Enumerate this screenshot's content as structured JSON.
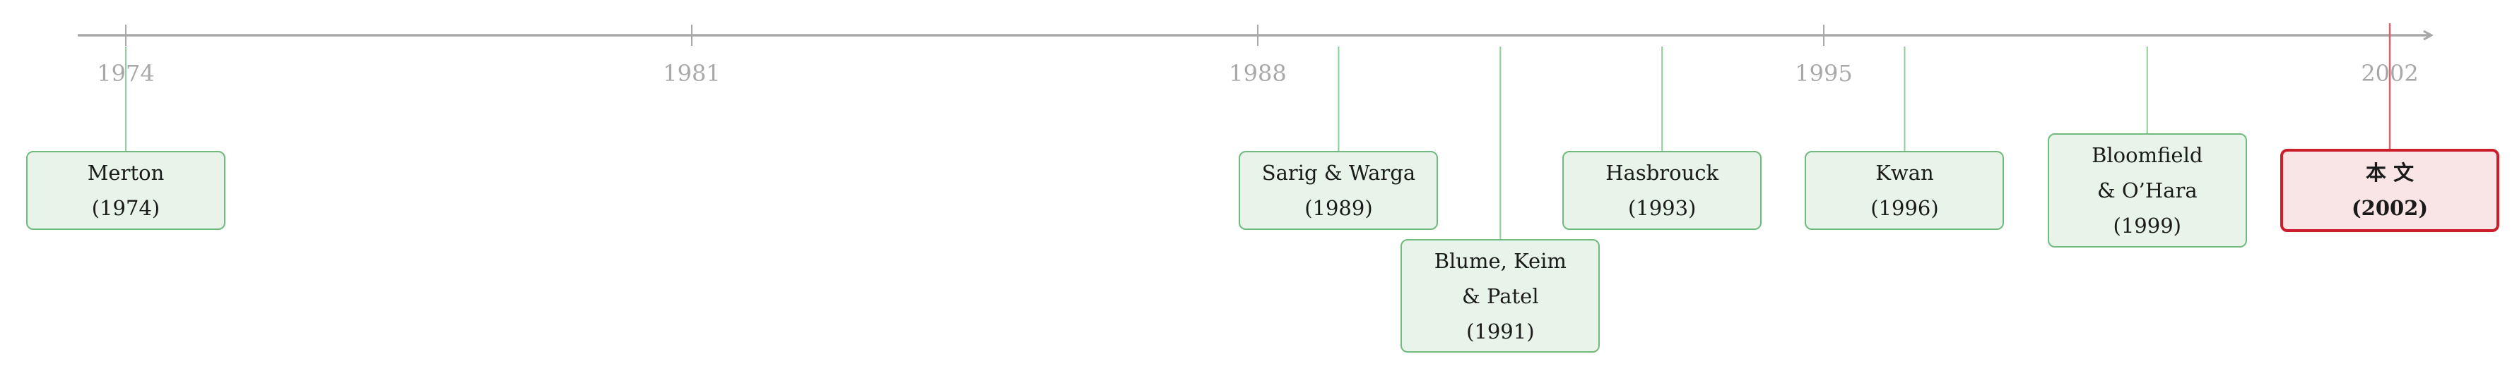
{
  "axis": {
    "line_color": "#a8a8a8",
    "ticks": [
      {
        "year": 1974,
        "label": "1974"
      },
      {
        "year": 1981,
        "label": "1981"
      },
      {
        "year": 1988,
        "label": "1988"
      },
      {
        "year": 1995,
        "label": "1995"
      },
      {
        "year": 2002,
        "label": "2002"
      }
    ]
  },
  "colors": {
    "green_fill": "#e8f4ea",
    "green_border": "#6fba7c",
    "red_fill": "#f9e4e6",
    "red_border": "#cc1e2a",
    "red_line": "#e0606a",
    "green_line": "#8ccf96"
  },
  "events": [
    {
      "id": "merton",
      "year": 1974,
      "lines": [
        "Merton",
        "(1974)"
      ],
      "style": "green"
    },
    {
      "id": "sarig-warga",
      "year": 1989,
      "lines": [
        "Sarig & Warga",
        "(1989)"
      ],
      "style": "green"
    },
    {
      "id": "blume-keim-patel",
      "year": 1991,
      "lines": [
        "Blume, Keim",
        "& Patel",
        "(1991)"
      ],
      "style": "green"
    },
    {
      "id": "hasbrouck",
      "year": 1993,
      "lines": [
        "Hasbrouck",
        "(1993)"
      ],
      "style": "green"
    },
    {
      "id": "kwan",
      "year": 1996,
      "lines": [
        "Kwan",
        "(1996)"
      ],
      "style": "green"
    },
    {
      "id": "bloomfield-ohara",
      "year": 1999,
      "lines": [
        "Bloomfield",
        "& O’Hara",
        "(1999)"
      ],
      "style": "green"
    },
    {
      "id": "this-paper",
      "year": 2002,
      "lines": [
        "本 文",
        "(2002)"
      ],
      "style": "red"
    }
  ]
}
